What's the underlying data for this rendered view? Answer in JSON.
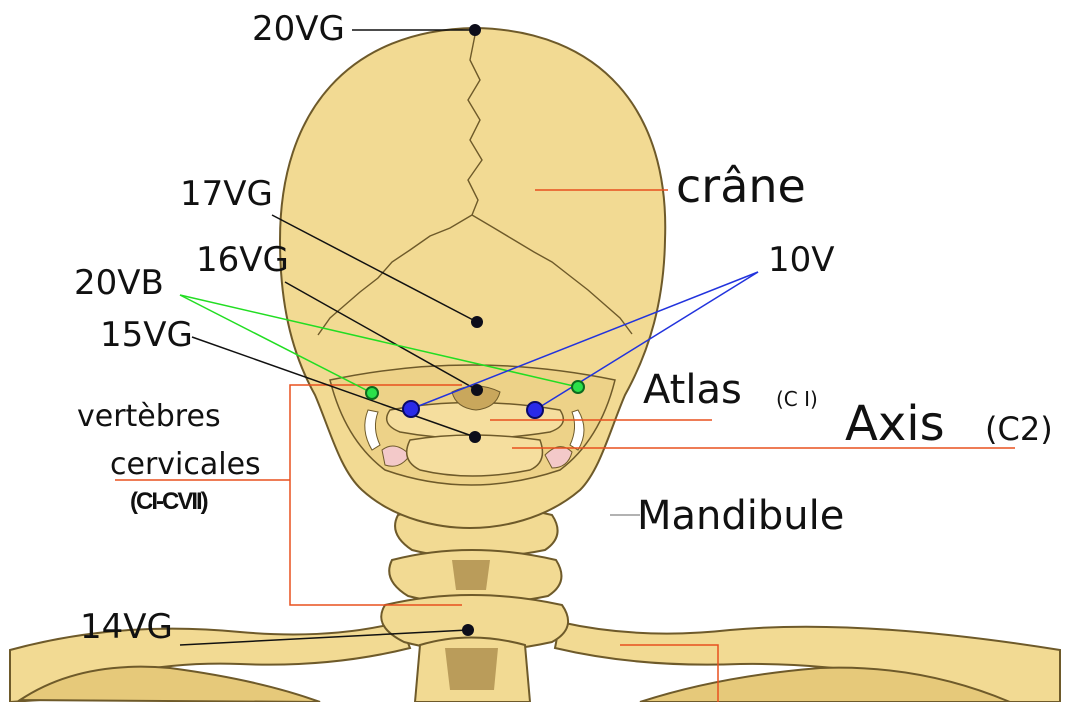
{
  "labels": {
    "vg20": "20VG",
    "vg17": "17VG",
    "vg16": "16VG",
    "vb20": "20VB",
    "vg15": "15VG",
    "vg14": "14VG",
    "v10": "10V",
    "crane": "crâne",
    "atlas": "Atlas",
    "atlas_sub": "(C I)",
    "axis": "Axis",
    "axis_sub": "(C2)",
    "mandibule": "Mandibule",
    "vertebres": "vertèbres",
    "cervicales": "cervicales",
    "range": "(CI-CVII)"
  },
  "colors": {
    "bone": "#F2DA93",
    "bone_stroke": "#6E5A2A",
    "shadow": "#C9A75C",
    "label_line_red": "#E8501E",
    "line_green": "#22DD22",
    "line_blue": "#2233DD",
    "line_black": "#111111",
    "point_black": "#0D0D1A",
    "point_blue": "#2A2AE8",
    "point_green": "#2BE04A"
  }
}
